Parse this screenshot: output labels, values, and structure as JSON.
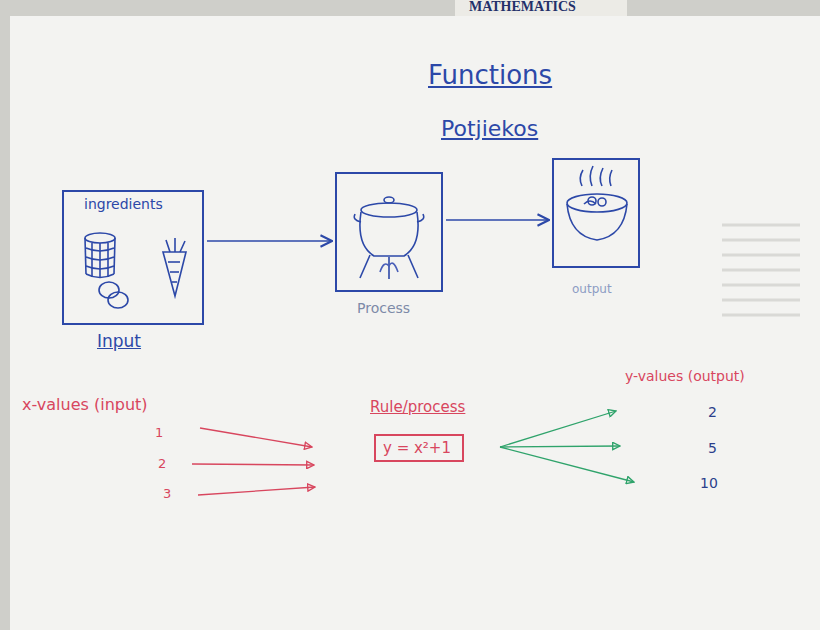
{
  "diagram": {
    "title": "Functions",
    "nodes": [
      {
        "text": [
          "ingredients",
          "Input"
        ]
      },
      {
        "text": [
          "Process"
        ]
      },
      {
        "text": [
          "output"
        ]
      },
      {
        "text": [
          "Rule/process",
          "y = x²+1"
        ]
      }
    ],
    "edges": [
      {
        "from": 0,
        "to": 1,
        "arrow": "to"
      },
      {
        "from": 1,
        "to": 2,
        "arrow": "to"
      }
    ],
    "labels": [
      "MATHEMATICS",
      "Potjiekos",
      "x-values (input)",
      "1",
      "2",
      "3",
      "y-values (output)",
      "2",
      "5",
      "10"
    ]
  }
}
